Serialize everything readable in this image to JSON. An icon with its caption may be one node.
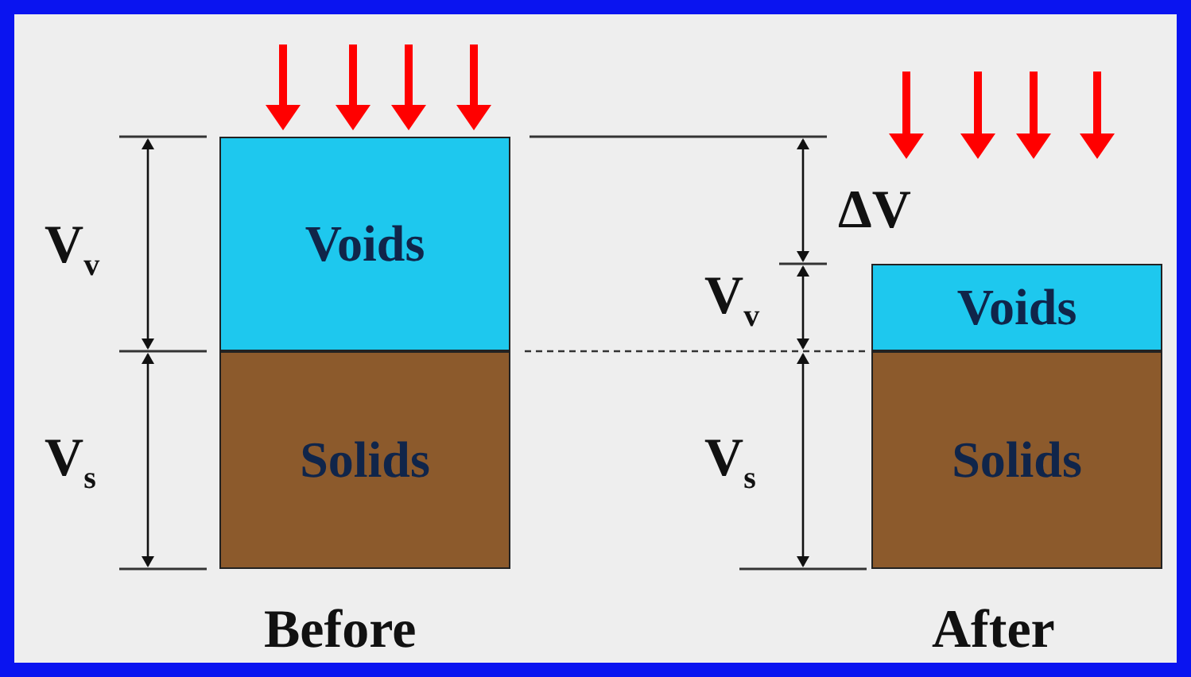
{
  "diagram": {
    "nodes": [
      {
        "text": [
          "Voids"
        ]
      },
      {
        "text": [
          "Solids"
        ]
      },
      {
        "text": [
          "Voids"
        ]
      },
      {
        "text": [
          "Solids"
        ]
      }
    ],
    "edges": [],
    "labels": [
      "V$_{v}$",
      "V$_{s}$",
      "ΔV",
      "V$_{v}$",
      "V$_{s}$",
      "Before",
      "After"
    ]
  }
}
